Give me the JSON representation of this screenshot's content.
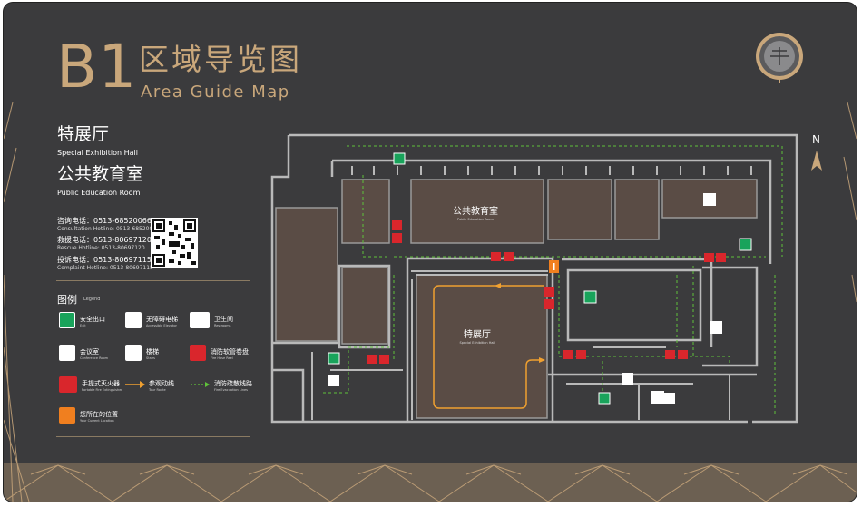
{
  "title": {
    "code": "B1",
    "cn": "区域导览图",
    "en": "Area Guide Map"
  },
  "halls": [
    {
      "cn": "特展厅",
      "en": "Special Exhibition Hall"
    },
    {
      "cn": "公共教育室",
      "en": "Public Education Room"
    }
  ],
  "contacts": [
    {
      "cn": "咨询电话：0513-68520066",
      "en": "Consultation Hotline: 0513-68520066"
    },
    {
      "cn": "救援电话：0513-80697120",
      "en": "Rescue Hotline: 0513-80697120"
    },
    {
      "cn": "投诉电话：0513-80697115",
      "en": "Complaint Hotline: 0513-80697115"
    }
  ],
  "legend": {
    "title_cn": "图例",
    "title_en": "Legend",
    "items": [
      {
        "cn": "安全出口",
        "en": "Exit",
        "icon": "exit-icon"
      },
      {
        "cn": "无障碍电梯",
        "en": "Accessible Elevator",
        "icon": "accessible-elevator-icon"
      },
      {
        "cn": "卫生间",
        "en": "Restrooms",
        "icon": "restroom-icon"
      },
      {
        "cn": "会议室",
        "en": "Conference Room",
        "icon": "conference-room-icon"
      },
      {
        "cn": "楼梯",
        "en": "Stairs",
        "icon": "stairs-icon"
      },
      {
        "cn": "消防软管卷盘",
        "en": "Fire Hose Reel",
        "icon": "fire-hose-reel-icon"
      },
      {
        "cn": "手提式灭火器",
        "en": "Portable Fire Extinguisher",
        "icon": "fire-extinguisher-icon"
      },
      {
        "cn": "参观动线",
        "en": "Tour Route",
        "icon": "tour-route-arrow-icon"
      },
      {
        "cn": "消防疏散线路",
        "en": "Fire Evacuation Lines",
        "icon": "evacuation-line-icon"
      },
      {
        "cn": "您所在的位置",
        "en": "Your Current Location",
        "icon": "current-location-icon"
      }
    ]
  },
  "map": {
    "room_public_edu_cn": "公共教育室",
    "room_public_edu_en": "Public Education Room",
    "room_special_cn": "特展厅",
    "room_special_en": "Special Exhibition Hall",
    "north": "N"
  },
  "colors": {
    "board": "#3b3b3d",
    "gold": "#c9a77b",
    "exit_green": "#19a35b",
    "fire_red": "#d9262c",
    "route_orange": "#f0a030",
    "evac_green": "#5fc23a",
    "room_fill": "#5a4c45",
    "wall": "#b9b9b9"
  }
}
